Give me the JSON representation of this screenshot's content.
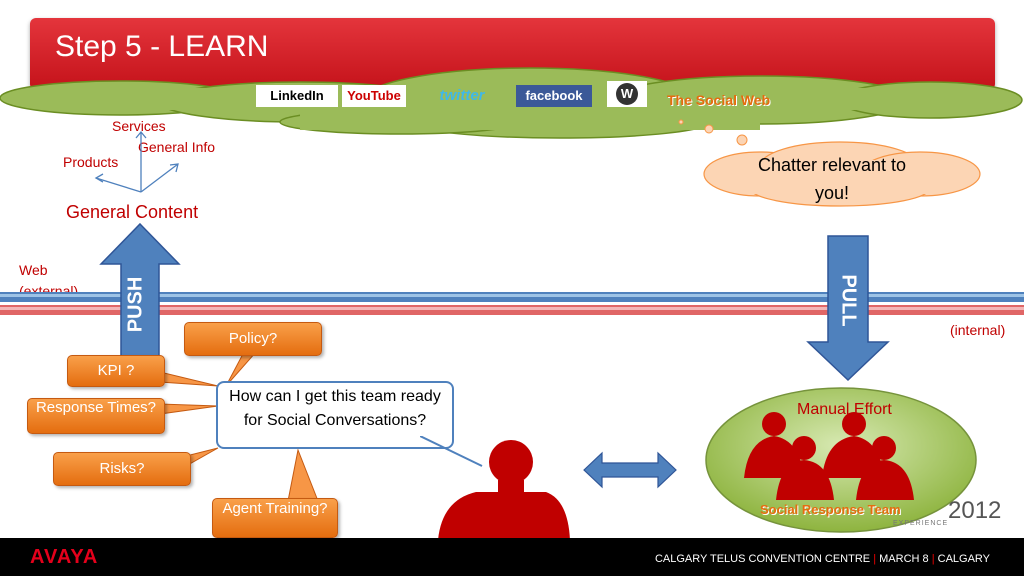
{
  "slide": {
    "title": "Step 5 - LEARN",
    "colors": {
      "title_red": "#d11f27",
      "cloud_green": "#9bbb59",
      "arrow_blue": "#4f81bd",
      "box_orange": "#f79646",
      "silhouette_red": "#c00000"
    }
  },
  "social_cloud": {
    "logos": [
      {
        "name": "linkedin-logo",
        "text": "LinkedIn"
      },
      {
        "name": "youtube-logo",
        "text": "YouTube"
      },
      {
        "name": "twitter-logo",
        "text": "twitter"
      },
      {
        "name": "facebook-logo",
        "text": "facebook"
      },
      {
        "name": "wordpress-logo",
        "text": "W"
      }
    ],
    "label": "The Social Web"
  },
  "push_side": {
    "services": "Services",
    "general_info": "General Info",
    "products": "Products",
    "general_content": "General Content",
    "arrow_label": "PUSH"
  },
  "zones": {
    "web": "Web",
    "external": "(external)",
    "internal": "(internal)"
  },
  "pull_side": {
    "chatter": "Chatter relevant to you!",
    "arrow_label": "PULL"
  },
  "questions": {
    "policy": "Policy?",
    "kpi": "KPI ?",
    "response_times": "Response Times?",
    "risks": "Risks?",
    "agent_training": "Agent Training?",
    "central": "How can I get this team ready for Social Conversations?"
  },
  "team": {
    "manual_effort": "Manual Effort",
    "label": "Social Response Team"
  },
  "branding": {
    "year": "2012",
    "year_sub": "EXPERIENCE",
    "avaya": "AVAYA",
    "venue": "CALGARY TELUS CONVENTION CENTRE",
    "date": "MARCH 8",
    "city": "CALGARY",
    "separator": "|"
  }
}
